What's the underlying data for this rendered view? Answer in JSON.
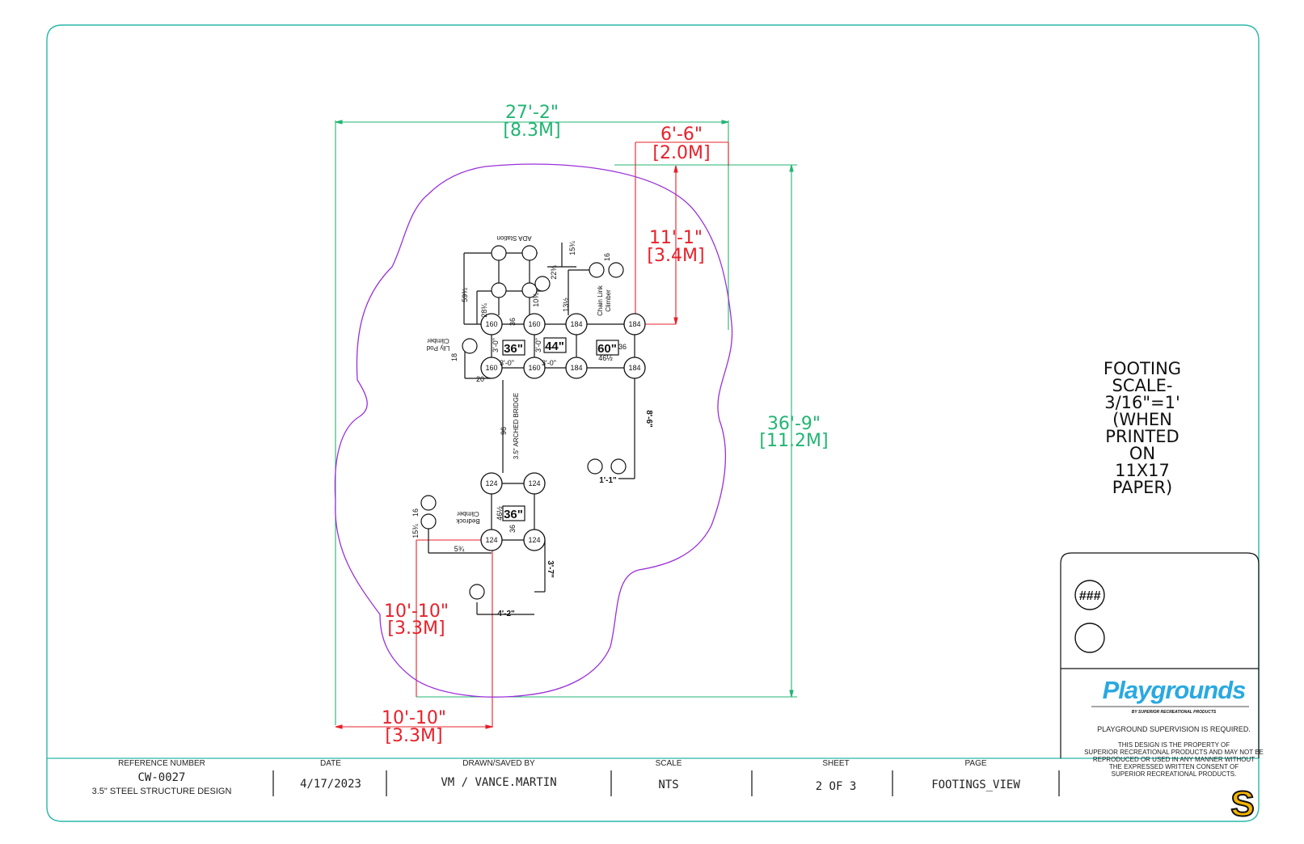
{
  "dimensions": {
    "overall_width": "27'-2\"",
    "overall_width_m": "[8.3M]",
    "top_offset": "6'-6\"",
    "top_offset_m": "[2.0M]",
    "right_drop": "11'-1\"",
    "right_drop_m": "[3.4M]",
    "overall_height": "36'-9\"",
    "overall_height_m": "[11.2M]",
    "left_rise": "10'-10\"",
    "left_rise_m": "[3.3M]",
    "bottom_offset": "10'-10\"",
    "bottom_offset_m": "[3.3M]"
  },
  "footings": {
    "row1": [
      "160",
      "160",
      "184",
      "184"
    ],
    "row2": [
      "160",
      "160",
      "184",
      "184"
    ],
    "lower_top": [
      "124",
      "124"
    ],
    "lower_bottom": [
      "124",
      "124"
    ]
  },
  "deck_heights": [
    "36\"",
    "44\"",
    "60\"",
    "36\""
  ],
  "labels": {
    "ada_station": "ADA Station",
    "chain_link": "Chain Link",
    "climber": "Climber",
    "lily_pod": "Lily Pod",
    "bedrock": "Bedrock",
    "arched_bridge": "3.5\" ARCHED BRIDGE",
    "spacing": "3'-0\"",
    "dim_8_6": "8'-6\"",
    "dim_1_1": "1'-1\"",
    "dim_3_7": "3'-7\"",
    "dim_4_2": "4'-2\"",
    "n96": "96",
    "n36": "36",
    "n20": "20",
    "n16": "16",
    "n18": "18",
    "n59": "59¾",
    "n28": "28¾",
    "n22": "22¾",
    "n10": "10¾",
    "n15": "15¾",
    "n13": "13½",
    "n46": "46½",
    "n5": "5¾"
  },
  "footing_scale": {
    "lines": [
      "FOOTING",
      "SCALE-",
      "3/16\"=1'",
      "(WHEN",
      "PRINTED",
      "ON",
      "11X17",
      "PAPER)"
    ]
  },
  "legend": {
    "count_marker": "###"
  },
  "brand": {
    "logo": "Playgrounds",
    "tagline": "BY SUPERIOR RECREATIONAL PRODUCTS",
    "supervision": "PLAYGROUND SUPERVISION IS REQUIRED.",
    "property_lines": [
      "THIS DESIGN IS THE PROPERTY OF",
      "SUPERIOR RECREATIONAL PRODUCTS AND MAY NOT BE",
      "REPRODUCED OR USED IN ANY MANNER WITHOUT",
      "THE EXPRESSED WRITTEN CONSENT OF",
      "SUPERIOR RECREATIONAL PRODUCTS."
    ],
    "badge_letter": "S",
    "logo_color": "#29a9e1",
    "badge_color": "#f5b400"
  },
  "title_block": {
    "reference_label": "REFERENCE NUMBER",
    "reference_value": "CW-0027",
    "reference_sub": "3.5\" STEEL STRUCTURE DESIGN",
    "date_label": "DATE",
    "date_value": "4/17/2023",
    "drawn_label": "DRAWN/SAVED BY",
    "drawn_value": "VM / VANCE.MARTIN",
    "scale_label": "SCALE",
    "scale_value": "NTS",
    "sheet_label": "SHEET",
    "sheet_value": "2 OF 3",
    "page_label": "PAGE",
    "page_value": "FOOTINGS_VIEW"
  },
  "colors": {
    "border": "#2ab7a9",
    "green_dim": "#22b573",
    "red_dim": "#e8202a",
    "purple_zone": "#9b30d9",
    "ink": "#111111"
  }
}
